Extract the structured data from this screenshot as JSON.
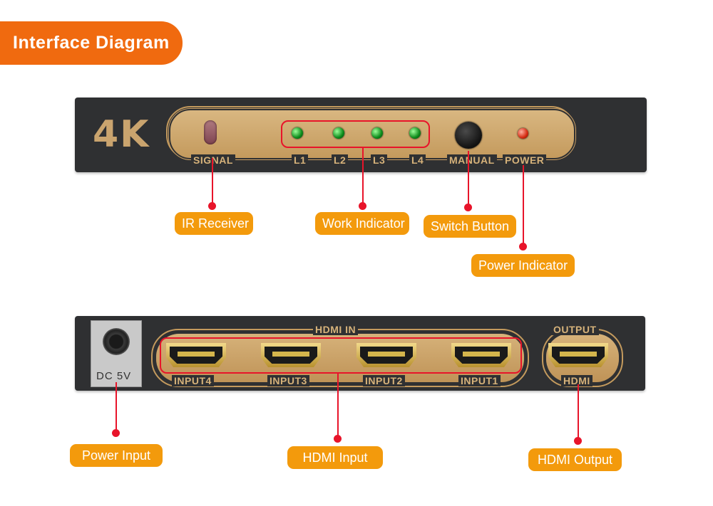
{
  "title": "Interface Diagram",
  "front_panel": {
    "brand": "4K",
    "labels": {
      "signal": "SIGNAL",
      "l1": "L1",
      "l2": "L2",
      "l3": "L3",
      "l4": "L4",
      "manual": "MANUAL",
      "power": "POWER"
    }
  },
  "back_panel": {
    "dc_label": "DC  5V",
    "hdmi_in_label": "HDMI IN",
    "output_label": "OUTPUT",
    "inputs": [
      "INPUT4",
      "INPUT3",
      "INPUT2",
      "INPUT1"
    ],
    "hdmi_label": "HDMI"
  },
  "callouts": {
    "ir_receiver": "IR Receiver",
    "work_indicator": "Work Indicator",
    "switch_button": "Switch Button",
    "power_indicator": "Power Indicator",
    "power_input": "Power Input",
    "hdmi_input": "HDMI Input",
    "hdmi_output": "HDMI Output"
  },
  "colors": {
    "title_bg": "#f06a0f",
    "callout_bg": "#f39a0c",
    "leader": "#e8142a",
    "panel": "#2f3032",
    "gold": "#c49a5d"
  }
}
